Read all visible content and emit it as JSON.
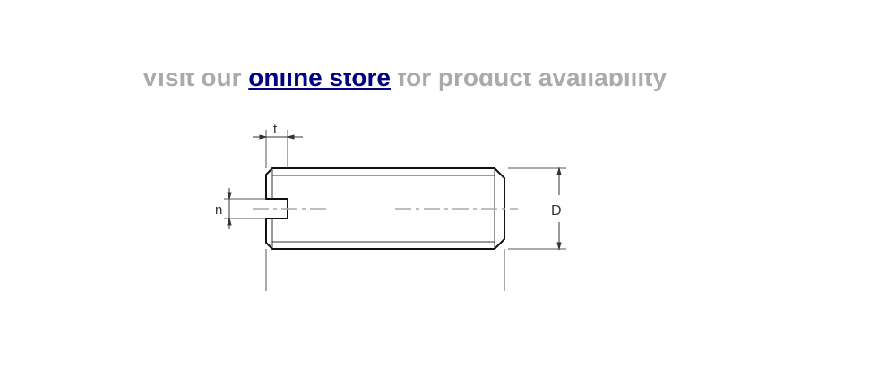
{
  "banner": {
    "prefix": "Visit our",
    "link_text": "online store",
    "suffix": "for product availability"
  },
  "diagram": {
    "labels": {
      "slot_depth": "t",
      "slot_width": "n",
      "diameter": "D"
    },
    "colors": {
      "outline": "#111111",
      "dimension": "#444444",
      "centerline": "#aaaaaa"
    }
  }
}
